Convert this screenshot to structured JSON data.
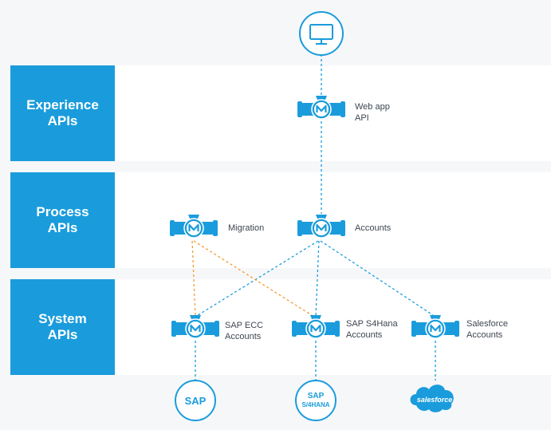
{
  "layers": [
    {
      "id": "experience",
      "line1": "Experience",
      "line2": "APIs"
    },
    {
      "id": "process",
      "line1": "Process",
      "line2": "APIs"
    },
    {
      "id": "system",
      "line1": "System",
      "line2": "APIs"
    }
  ],
  "nodes": {
    "webapp": {
      "line1": "Web app",
      "line2": "API"
    },
    "migration": {
      "line1": "Migration",
      "line2": ""
    },
    "accounts": {
      "line1": "Accounts",
      "line2": ""
    },
    "sapecc": {
      "line1": "SAP ECC",
      "line2": "Accounts"
    },
    "saps4": {
      "line1": "SAP S4Hana",
      "line2": "Accounts"
    },
    "salesforce": {
      "line1": "Salesforce",
      "line2": "Accounts"
    }
  },
  "systems": {
    "sap": {
      "label": "SAP"
    },
    "s4": {
      "line1": "SAP",
      "line2": "S/4HANA"
    },
    "sfdc": {
      "label": "salesforce"
    }
  },
  "colors": {
    "accent": "#1a9cdc",
    "orange": "#f39c34",
    "band": "#ffffff",
    "bg": "#f6f7f9"
  },
  "icons": {
    "client": "desktop-monitor-icon",
    "api": "mulesoft-api-icon"
  }
}
